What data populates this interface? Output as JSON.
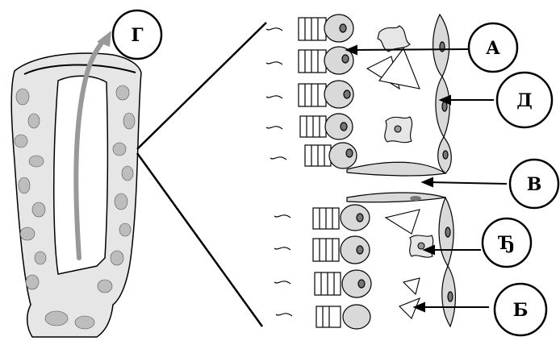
{
  "labels": {
    "G": "Г",
    "A": "А",
    "D": "Д",
    "V": "В",
    "Dj": "Ђ",
    "B": "Б"
  },
  "colors": {
    "stroke": "#000000",
    "sponge_fill": "#e6e6e6",
    "sponge_bumps": "#bdbdbd",
    "cell_fill": "#d9d9d9",
    "background": "#ffffff"
  }
}
